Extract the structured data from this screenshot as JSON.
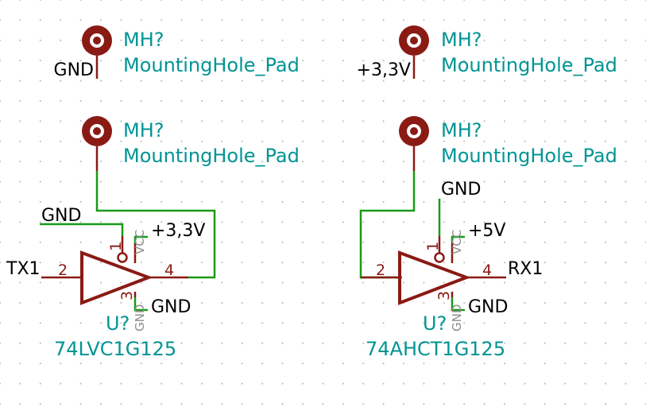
{
  "mounting_holes": [
    {
      "ref": "MH?",
      "value": "MountingHole_Pad",
      "net": "GND"
    },
    {
      "ref": "MH?",
      "value": "MountingHole_Pad",
      "net": "+3,3V"
    },
    {
      "ref": "MH?",
      "value": "MountingHole_Pad"
    },
    {
      "ref": "MH?",
      "value": "MountingHole_Pad"
    }
  ],
  "buffers": [
    {
      "ref": "U?",
      "value": "74LVC1G125",
      "in_pin": "2",
      "out_pin": "4",
      "oe_pin": "1",
      "gnd_pin": "3",
      "vcc_name": "VCC",
      "gnd_name": "GND",
      "oe_net": "GND",
      "power_net": "+3,3V",
      "ground_net": "GND",
      "input_label": "TX1"
    },
    {
      "ref": "U?",
      "value": "74AHCT1G125",
      "in_pin": "2",
      "out_pin": "4",
      "oe_pin": "1",
      "gnd_pin": "3",
      "vcc_name": "VCC",
      "gnd_name": "GND",
      "oe_net": "GND",
      "power_net": "+5V",
      "ground_net": "GND",
      "output_label": "RX1"
    }
  ],
  "colors": {
    "wire": "#199a19",
    "symbol": "#8a1a14",
    "field_text": "#009494",
    "pin_name": "#8c8c8c",
    "grid_dot": "#b4b4b4"
  }
}
